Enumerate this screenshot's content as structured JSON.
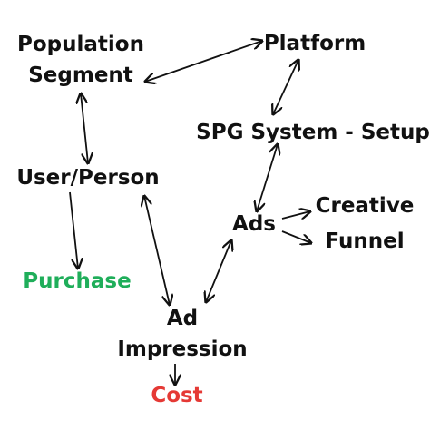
{
  "nodes": {
    "population_segment": {
      "lines": [
        "Population",
        "Segment"
      ],
      "color": "#111111"
    },
    "platform": {
      "lines": [
        "Platform"
      ],
      "color": "#111111"
    },
    "spg_system_setup": {
      "lines": [
        "SPG System - Setup"
      ],
      "color": "#111111"
    },
    "user_person": {
      "lines": [
        "User/Person"
      ],
      "color": "#111111"
    },
    "ads": {
      "lines": [
        "Ads"
      ],
      "color": "#111111"
    },
    "creative": {
      "lines": [
        "Creative"
      ],
      "color": "#111111"
    },
    "funnel": {
      "lines": [
        "Funnel"
      ],
      "color": "#111111"
    },
    "purchase": {
      "lines": [
        "Purchase"
      ],
      "color": "#1fae5a"
    },
    "ad_impression": {
      "lines": [
        "Ad",
        "Impression"
      ],
      "color": "#111111"
    },
    "cost": {
      "lines": [
        "Cost"
      ],
      "color": "#e53935"
    }
  },
  "edges": [
    {
      "from": "population_segment",
      "to": "platform",
      "direction": "both"
    },
    {
      "from": "platform",
      "to": "spg_system_setup",
      "direction": "both"
    },
    {
      "from": "population_segment",
      "to": "user_person",
      "direction": "both"
    },
    {
      "from": "spg_system_setup",
      "to": "ads",
      "direction": "both"
    },
    {
      "from": "ads",
      "to": "creative",
      "direction": "forward"
    },
    {
      "from": "ads",
      "to": "funnel",
      "direction": "forward"
    },
    {
      "from": "user_person",
      "to": "purchase",
      "direction": "forward"
    },
    {
      "from": "user_person",
      "to": "ad_impression",
      "direction": "both"
    },
    {
      "from": "ads",
      "to": "ad_impression",
      "direction": "both"
    },
    {
      "from": "ad_impression",
      "to": "cost",
      "direction": "forward"
    }
  ]
}
